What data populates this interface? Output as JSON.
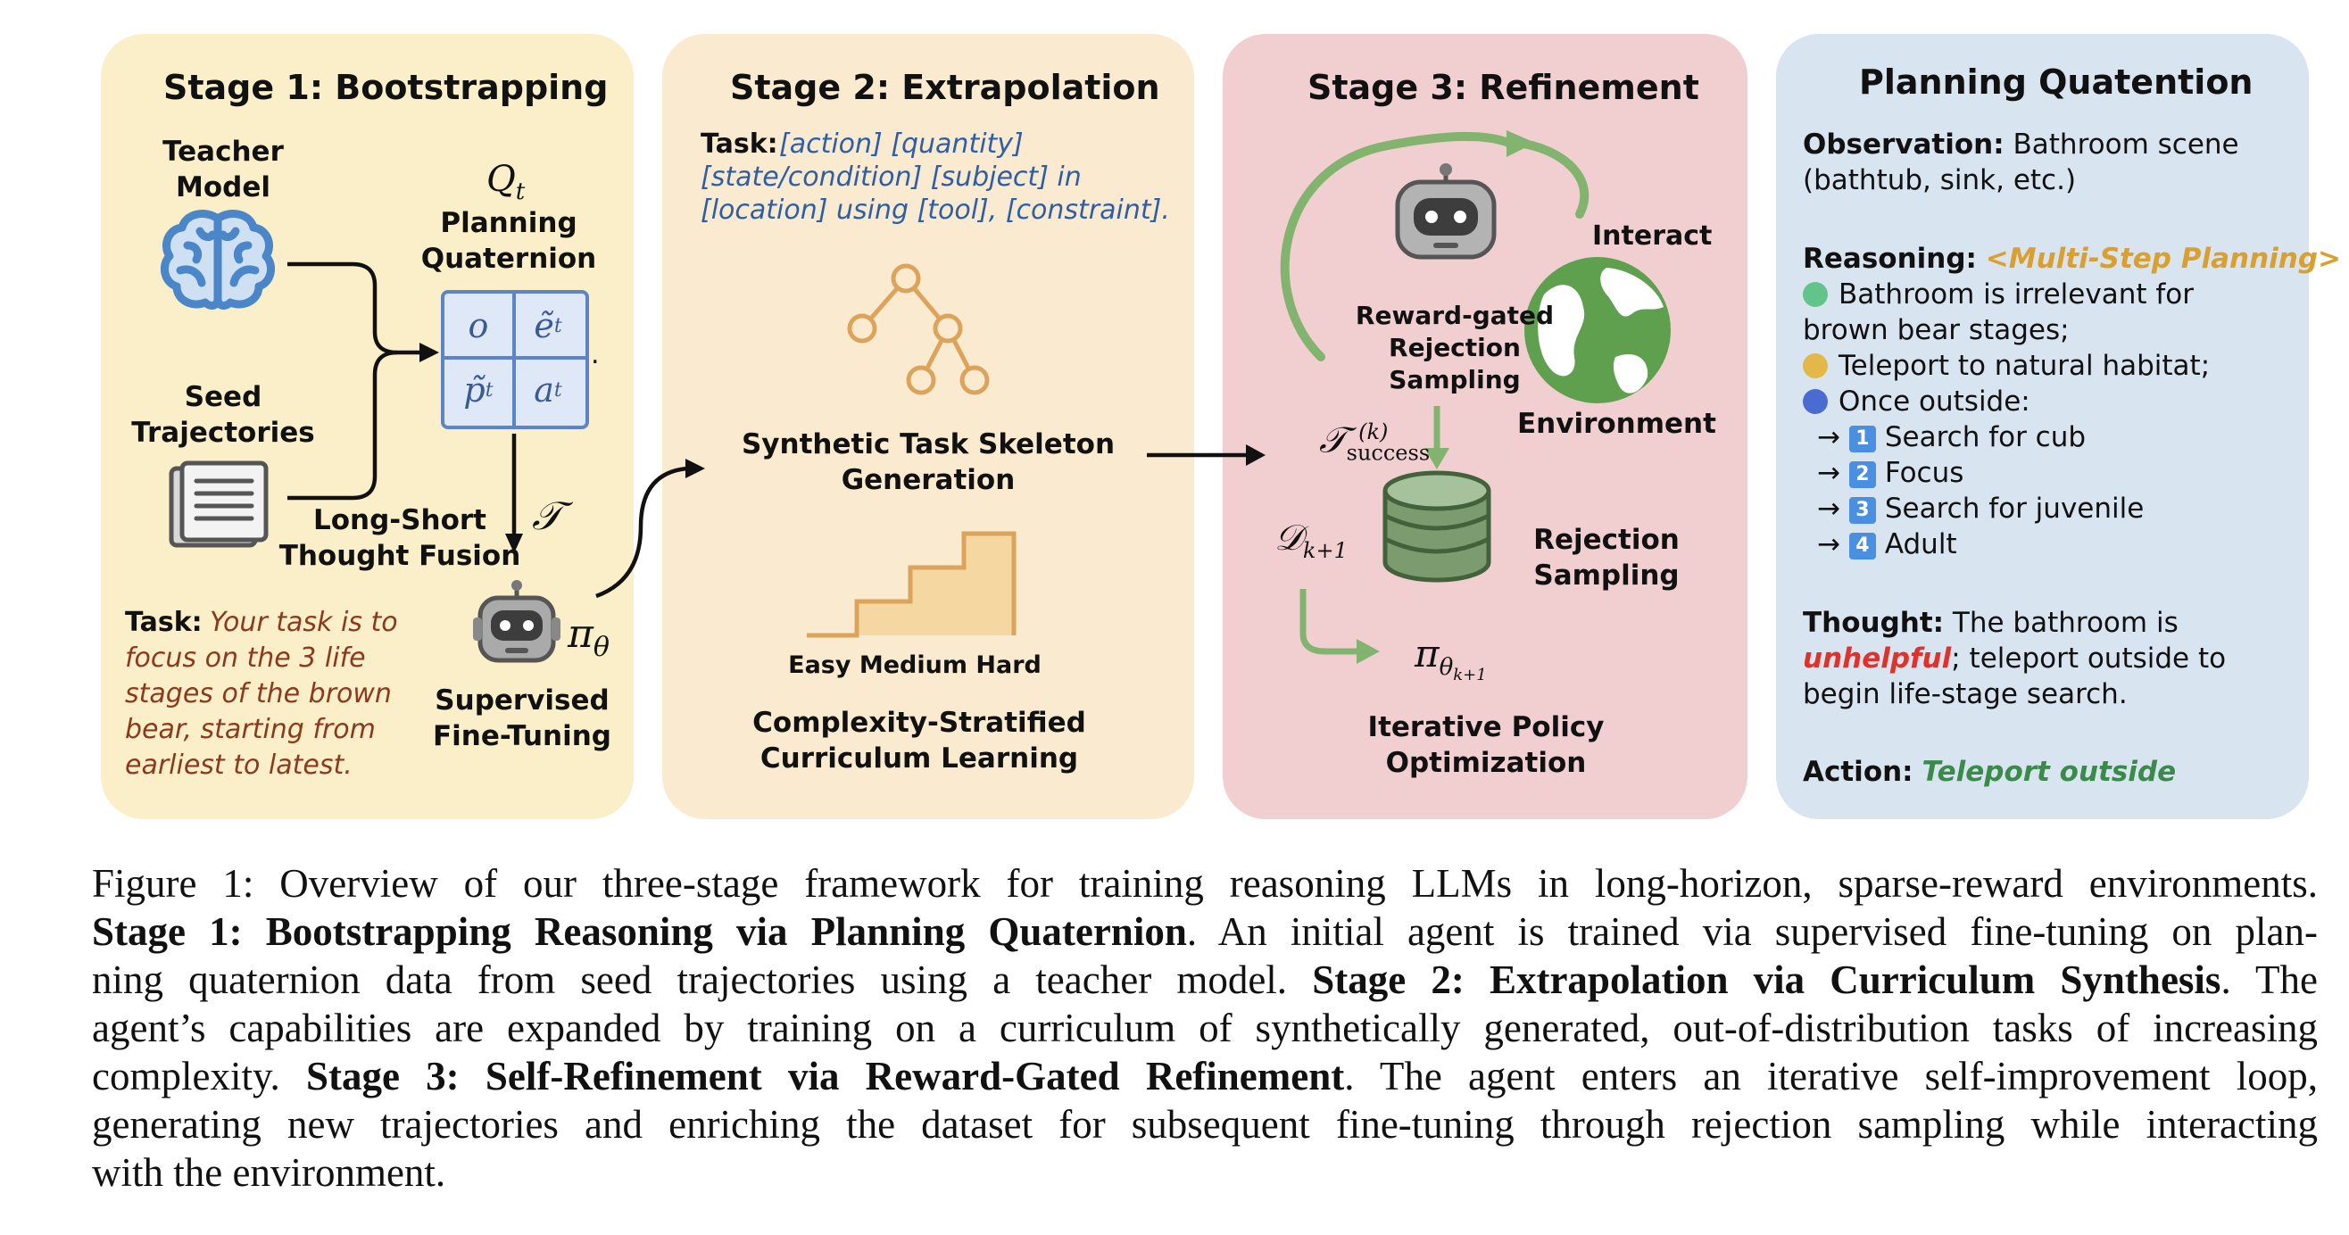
{
  "stage1": {
    "title": "Stage 1: Bootstrapping",
    "teacher_label": "Teacher\nModel",
    "qt_symbol": "Q_t",
    "quaternion_label": "Planning\nQuaternion",
    "cells": [
      "o",
      "ẽ_t",
      "p̃_t",
      "a_t"
    ],
    "seed_label": "Seed\nTrajectories",
    "fusion_label": "Long-Short\nThought Fusion",
    "tau_symbol": "𝒯",
    "task_prefix": "Task:",
    "task_text": "Your task is to\nfocus on the 3 life\nstages of the brown\nbear, starting from\nearliest to latest.",
    "pi_symbol": "π_θ",
    "sft_label": "Supervised\nFine-Tuning"
  },
  "stage2": {
    "title": "Stage 2: Extrapolation",
    "task_prefix": "Task:",
    "task_text": "[action] [quantity]\n[state/condition] [subject] in\n[location] using [tool], [constraint].",
    "skeleton_label": "Synthetic Task Skeleton\nGeneration",
    "difficulty": "Easy Medium Hard",
    "curriculum_label": "Complexity-Stratified\nCurriculum Learning"
  },
  "stage3": {
    "title": "Stage 3: Refinement",
    "interact": "Interact",
    "reward_label": "Reward-gated\nRejection\nSampling",
    "environment": "Environment",
    "tau_success": "𝒯success(k)",
    "d_label": "𝒟k+1",
    "rejection_label": "Rejection\nSampling",
    "pi_label": "πθk+1",
    "policy_label": "Iterative Policy\nOptimization"
  },
  "stage4": {
    "title": "Planning Quatention",
    "obs_label": "Observation:",
    "obs_text": " Bathroom scene",
    "obs_text2": "(bathtub, sink, etc.)",
    "reasoning_label": "Reasoning:",
    "reasoning_tag": "<Multi-Step Planning>",
    "r1a": "Bathroom is irrelevant for",
    "r1b": "brown bear stages;",
    "r2": "Teleport to natural habitat;",
    "r3": "Once outside:",
    "steps": [
      "Search for cub",
      "Focus",
      "Search for juvenile",
      "Adult"
    ],
    "step_nums": [
      "1",
      "2",
      "3",
      "4"
    ],
    "arrow": "→",
    "thought_label": "Thought:",
    "thought_a": " The bathroom is",
    "thought_red": "unhelpful",
    "thought_b": "; teleport outside to",
    "thought_c": "begin life-stage search.",
    "action_label": "Action:",
    "action_text": "Teleport outside"
  },
  "caption": {
    "line1": "Figure 1: Overview of our three-stage framework for training reasoning LLMs in long-horizon, sparse-reward environments.",
    "l2_bold": "Stage 1: Bootstrapping Reasoning via Planning Quaternion",
    "l2_rest": ". An initial agent is trained via supervised fine-tuning on plan-",
    "l3_a": "ning quaternion data from seed trajectories using a teacher model. ",
    "l3_bold": "Stage 2: Extrapolation via Curriculum Synthesis",
    "l3_b": ". The",
    "line4": "agent’s capabilities are expanded by training on a curriculum of synthetically generated, out-of-distribution tasks of increasing",
    "l5_a": "complexity. ",
    "l5_bold": "Stage 3: Self-Refinement via Reward-Gated Refinement",
    "l5_b": ". The agent enters an iterative self-improvement loop,",
    "line6": "generating new trajectories and enriching the dataset for subsequent fine-tuning through rejection sampling while interacting",
    "line7": "with the environment."
  },
  "colors": {
    "stage1_bg": "#faefc8",
    "stage2_bg": "#faeacf",
    "stage3_bg": "#f1cfd0",
    "stage4_bg": "#d9e4f1",
    "brain": "#4a86c8",
    "green": "#7fb06e",
    "orange_line": "#e0aa50",
    "red_word": "#e0322a",
    "action_green": "#3a8a4a",
    "tag_orange": "#d9a030"
  }
}
